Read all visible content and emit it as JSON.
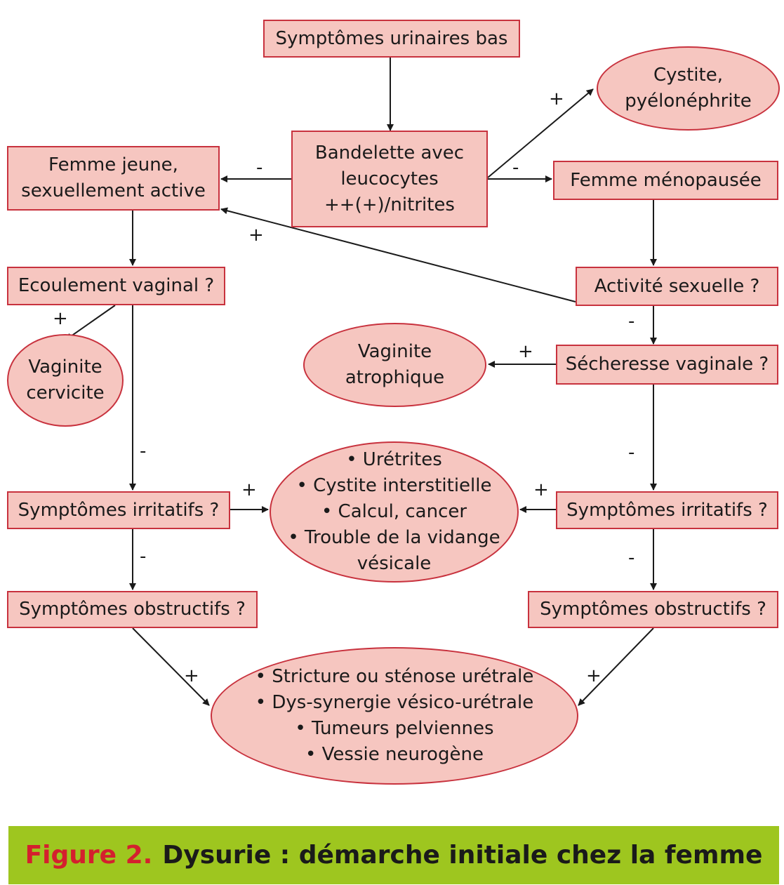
{
  "nodes": {
    "symptomes_urinaires": "Symptômes urinaires bas",
    "cystite_lines": [
      "Cystite,",
      "pyélonéphrite"
    ],
    "bandelette_lines": [
      "Bandelette avec",
      "leucocytes",
      "++(+)/nitrites"
    ],
    "femme_jeune_lines": [
      "Femme jeune,",
      "sexuellement active"
    ],
    "femme_menopausee": "Femme ménopausée",
    "activite_sexuelle": "Activité sexuelle ?",
    "ecoulement_vaginal": "Ecoulement vaginal ?",
    "vaginite_cervicite_lines": [
      "Vaginite",
      "cervicite"
    ],
    "vaginite_atrophique_lines": [
      "Vaginite",
      "atrophique"
    ],
    "secheresse_vaginale": "Sécheresse vaginale ?",
    "irritatifs_left": "Symptômes irritatifs ?",
    "irritatifs_right": "Symptômes irritatifs ?",
    "irritative_causes": [
      "• Urétrites",
      "• Cystite interstitielle",
      "• Calcul, cancer",
      "• Trouble de la vidange",
      "vésicale"
    ],
    "obstructifs_left": "Symptômes obstructifs ?",
    "obstructifs_right": "Symptômes obstructifs ?",
    "obstructive_causes": [
      "• Stricture ou sténose urétrale",
      "• Dys-synergie vésico-urétrale",
      "• Tumeurs pelviennes",
      "• Vessie neurogène"
    ]
  },
  "signs": {
    "plus": "+",
    "minus": "-"
  },
  "caption": {
    "figure": "Figure 2.",
    "title": "Dysurie : démarche initiale chez la femme"
  },
  "colors": {
    "box_fill": "#f6c6c0",
    "box_border": "#c8323e",
    "caption_bg": "#9ec61f",
    "figure_red": "#d4202e"
  }
}
